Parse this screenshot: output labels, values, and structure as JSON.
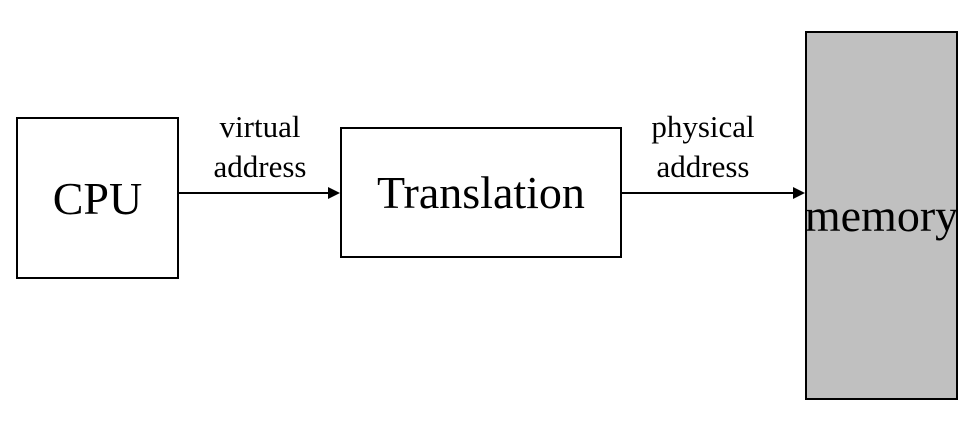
{
  "diagram": {
    "cpu_label": "CPU",
    "translation_label": "Translation",
    "memory_label": "memory",
    "virtual_address": {
      "line1": "virtual",
      "line2": "address"
    },
    "physical_address": {
      "line1": "physical",
      "line2": "address"
    },
    "colors": {
      "memory_fill": "#c0c0c0",
      "stroke": "#000000",
      "background": "#ffffff"
    }
  }
}
